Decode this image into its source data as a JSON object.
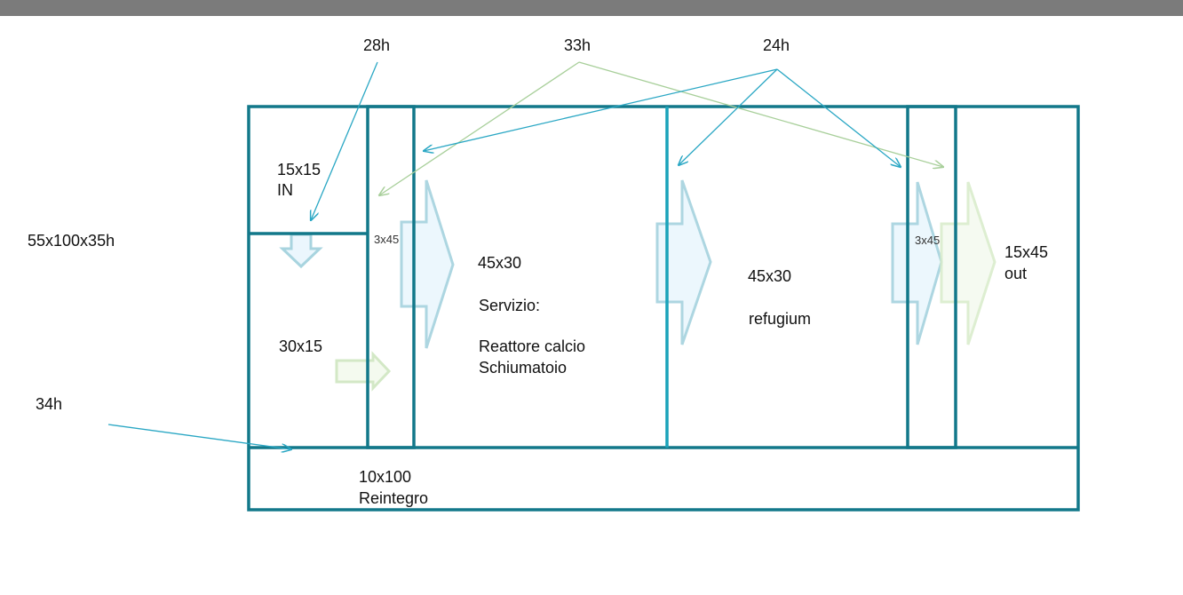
{
  "heights": {
    "h28": "28h",
    "h33": "33h",
    "h24": "24h",
    "h34": "34h"
  },
  "tank": {
    "overall": "55x100x35h"
  },
  "compartments": {
    "inlet_top": {
      "size": "15x15",
      "name": "IN"
    },
    "inlet_bottom": {
      "size": "30x15"
    },
    "gap_left": {
      "size": "3x45"
    },
    "service": {
      "size": "45x30",
      "title": "Servizio:",
      "item1": "Reattore calcio",
      "item2": "Schiumatoio"
    },
    "refugium": {
      "size": "45x30",
      "name": "refugium"
    },
    "gap_right": {
      "size": "3x45"
    },
    "outlet": {
      "size": "15x45",
      "name": "out"
    },
    "reintegro": {
      "size": "10x100",
      "name": "Reintegro"
    }
  },
  "colors": {
    "wall": "#12788a",
    "arrow_blue": "#2aa7c4",
    "arrow_green": "#a8cf9a",
    "flow_fill": "#e9f6fd",
    "flow_stroke": "#9fd0dc"
  }
}
